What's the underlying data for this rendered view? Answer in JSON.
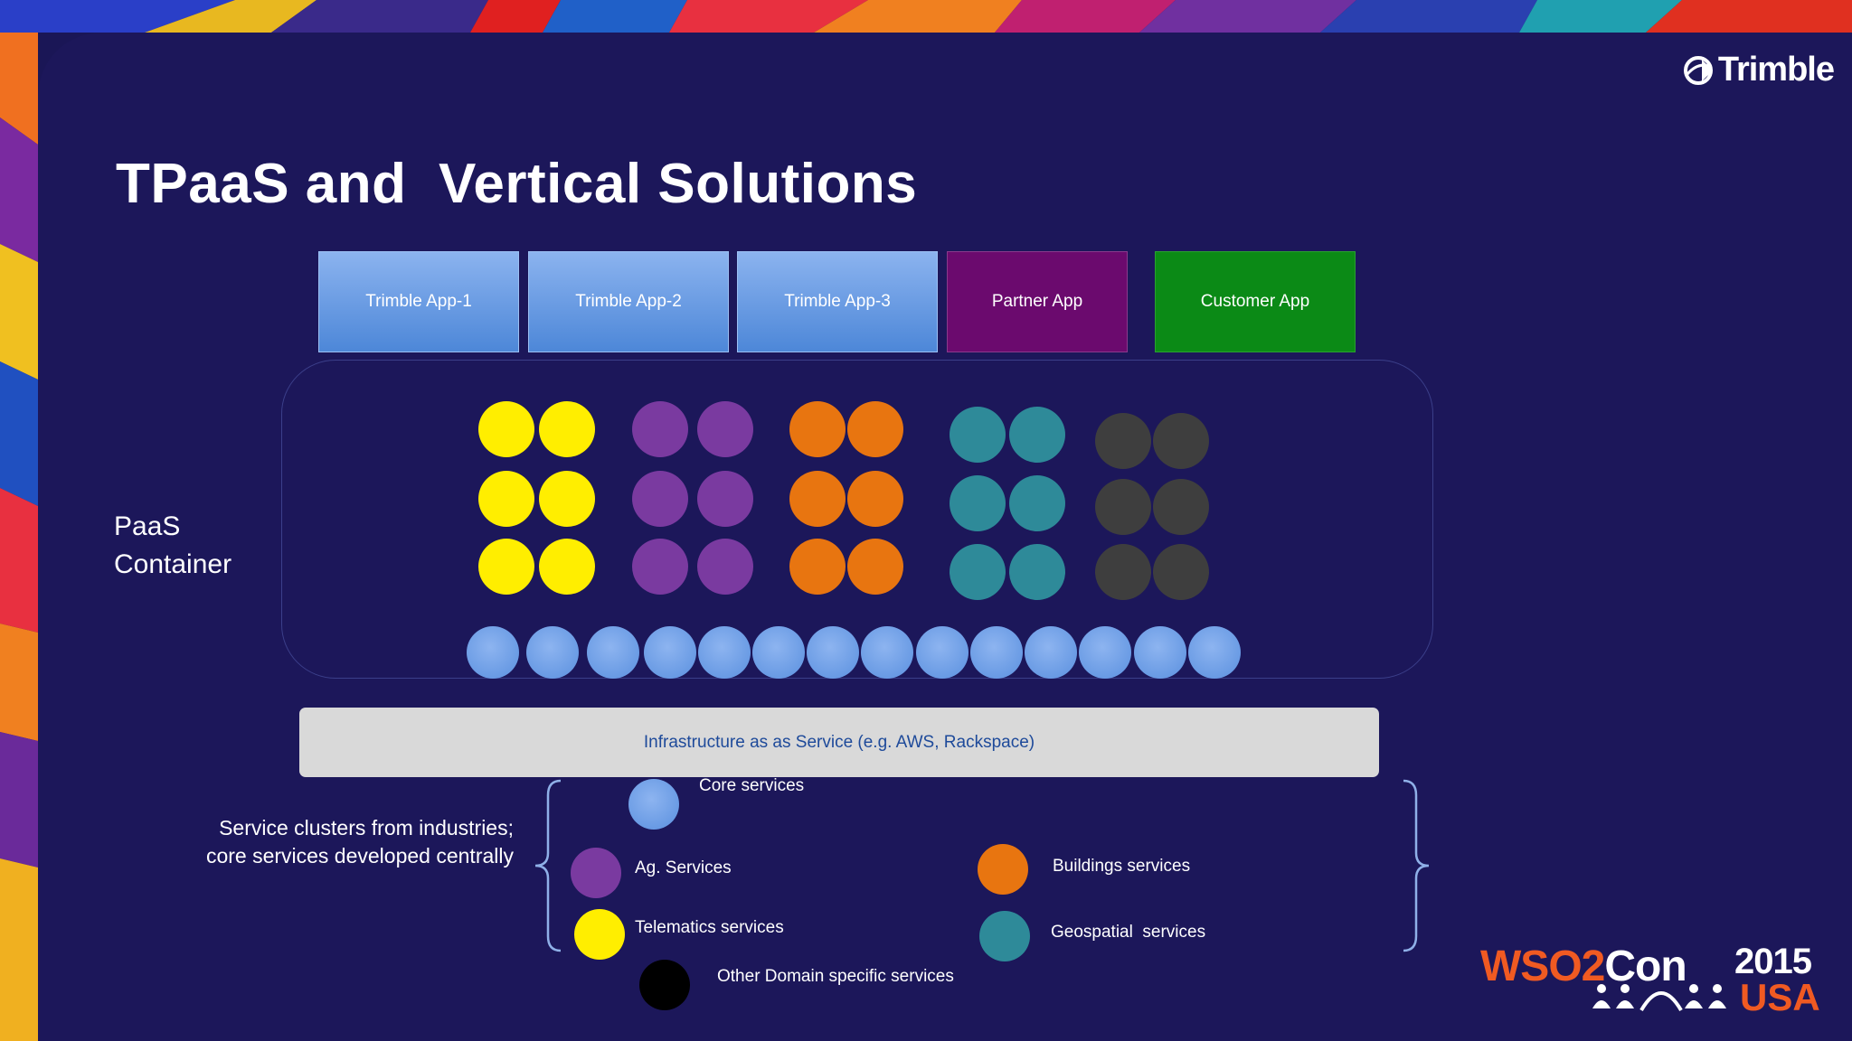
{
  "slide": {
    "title": "TPaaS and  Vertical Solutions",
    "logo": "Trimble"
  },
  "apps": [
    "Trimble App-1",
    "Trimble App-2",
    "Trimble App-3",
    "Partner App",
    "Customer App"
  ],
  "paas_label": [
    "PaaS",
    "Container"
  ],
  "iaas_label": "Infrastructure as as Service (e.g. AWS, Rackspace)",
  "clusters_caption": [
    "Service clusters from industries;",
    "core services developed centrally"
  ],
  "legend": {
    "core": "Core services",
    "ag": "Ag. Services",
    "telematics": "Telematics services",
    "buildings": "Buildings services",
    "geospatial": "Geospatial  services",
    "other": "Other Domain specific services"
  },
  "colors": {
    "telematics": "#ffee00",
    "ag": "#7a3aa0",
    "buildings": "#e87510",
    "geospatial": "#2e8a99",
    "other": "#3e3e3e",
    "core": "#6b9ce6"
  },
  "event": {
    "name_a": "WSO2",
    "name_b": "Con",
    "year": "2015",
    "place": "USA"
  }
}
